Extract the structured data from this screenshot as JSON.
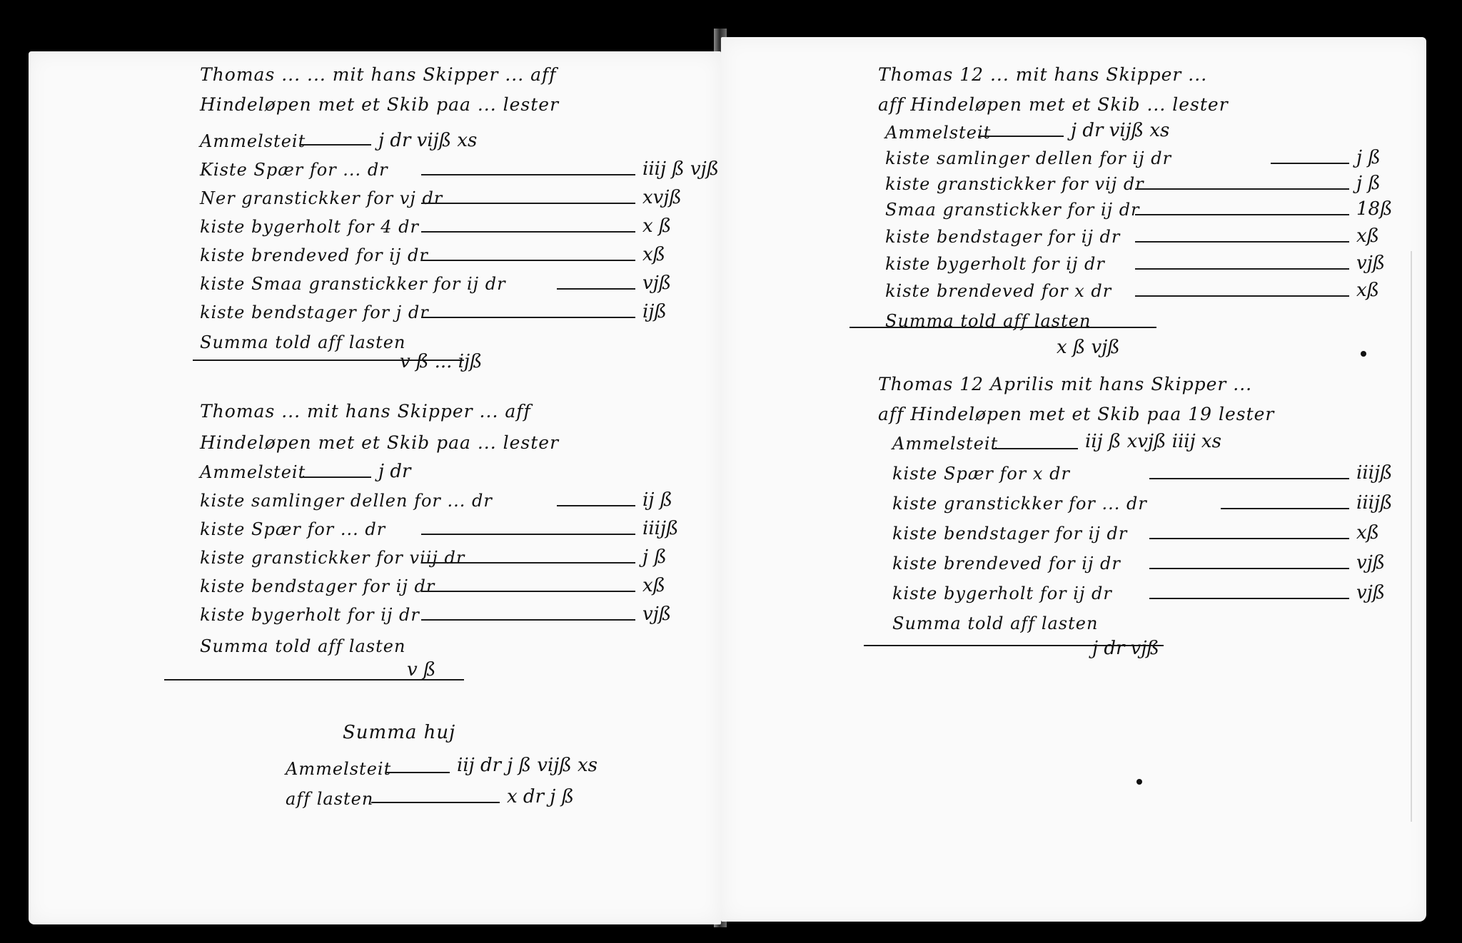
{
  "left_page": {
    "entries": [
      {
        "header": [
          "Thomas ... ... mit hans Skipper ... aff",
          "Hindeløpen met et Skib paa ... lester"
        ],
        "rows": [
          {
            "label": "Ammelsteit",
            "value": "j dr vijß xs"
          },
          {
            "label": "Kiste Spær for ... dr",
            "value": "iiij ß vjß"
          },
          {
            "label": "Ner granstickker for vj dr",
            "value": "xvjß"
          },
          {
            "label": "kiste bygerholt for 4 dr",
            "value": "x ß"
          },
          {
            "label": "kiste brendeved for ij dr",
            "value": "xß"
          },
          {
            "label": "kiste Smaa granstickker for ij dr",
            "value": "vjß"
          },
          {
            "label": "kiste bendstager for j dr",
            "value": "ijß"
          }
        ],
        "total": {
          "label": "Summa told aff lasten",
          "value": "v ß ... ijß"
        }
      },
      {
        "header": [
          "Thomas ... mit hans Skipper ... aff",
          "Hindeløpen met et Skib paa ... lester"
        ],
        "rows": [
          {
            "label": "Ammelsteit",
            "value": "j dr"
          },
          {
            "label": "kiste samlinger dellen for ... dr",
            "value": "ij ß"
          },
          {
            "label": "kiste Spær for ... dr",
            "value": "iiijß"
          },
          {
            "label": "kiste granstickker for viij dr",
            "value": "j ß"
          },
          {
            "label": "kiste bendstager for ij dr",
            "value": "xß"
          },
          {
            "label": "kiste bygerholt for ij dr",
            "value": "vjß"
          }
        ],
        "total": {
          "label": "Summa told aff lasten",
          "value": "v ß"
        }
      }
    ],
    "summary": {
      "title": "Summa huj",
      "rows": [
        {
          "label": "Ammelsteit",
          "value": "iij dr j ß vijß xs"
        },
        {
          "label": "aff lasten",
          "value": "x dr j ß"
        }
      ]
    }
  },
  "right_page": {
    "entries": [
      {
        "header": [
          "Thomas 12 ... mit hans Skipper ...",
          "aff Hindeløpen met et Skib ... lester"
        ],
        "rows": [
          {
            "label": "Ammelsteit",
            "value": "j dr vijß xs"
          },
          {
            "label": "kiste samlinger dellen for ij dr",
            "value": "j ß"
          },
          {
            "label": "kiste granstickker for vij dr",
            "value": "j ß"
          },
          {
            "label": "Smaa granstickker for ij dr",
            "value": "18ß"
          },
          {
            "label": "kiste bendstager for ij dr",
            "value": "xß"
          },
          {
            "label": "kiste bygerholt for ij dr",
            "value": "vjß"
          },
          {
            "label": "kiste brendeved for x dr",
            "value": "xß"
          }
        ],
        "total": {
          "label": "Summa told aff lasten",
          "value": "x ß vjß"
        }
      },
      {
        "header": [
          "Thomas 12 Aprilis mit hans Skipper ...",
          "aff Hindeløpen met et Skib paa 19 lester"
        ],
        "rows": [
          {
            "label": "Ammelsteit",
            "value": "iij ß xvjß iiij xs"
          },
          {
            "label": "kiste Spær for x dr",
            "value": "iiijß"
          },
          {
            "label": "kiste granstickker for ... dr",
            "value": "iiijß"
          },
          {
            "label": "kiste bendstager for ij dr",
            "value": "xß"
          },
          {
            "label": "kiste brendeved for ij dr",
            "value": "vjß"
          },
          {
            "label": "kiste bygerholt for ij dr",
            "value": "vjß"
          }
        ],
        "total": {
          "label": "Summa told aff lasten",
          "value": "j dr vjß"
        }
      }
    ]
  }
}
